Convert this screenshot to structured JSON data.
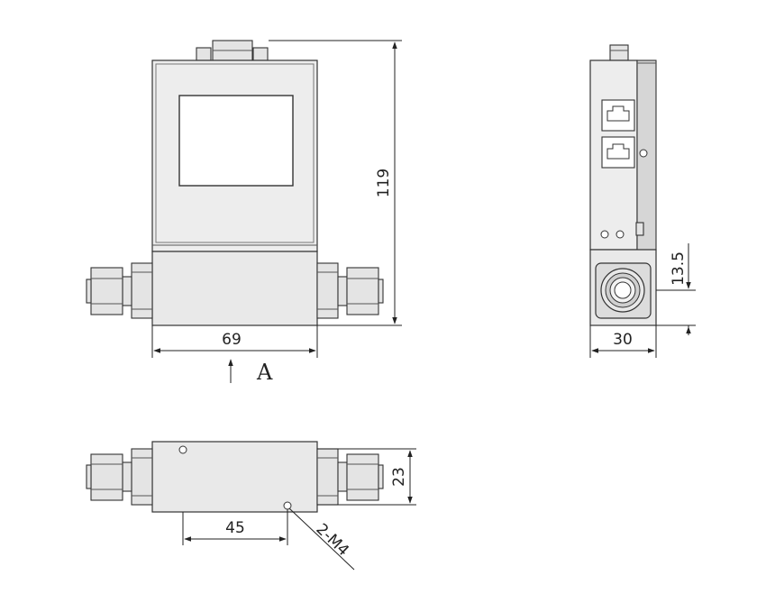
{
  "dimensions": {
    "height_119": "119",
    "width_69": "69",
    "depth_30": "30",
    "inlet_height_13_5": "13.5",
    "base_width_23": "23",
    "hole_spacing_45": "45",
    "mount_holes": "2-M4"
  },
  "view_label": "A"
}
